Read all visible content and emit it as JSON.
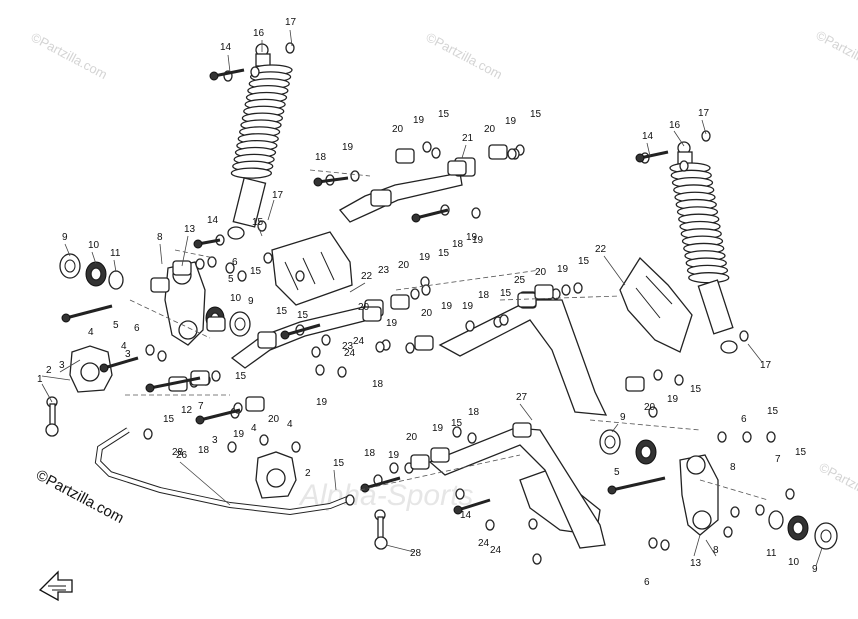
{
  "diagram": {
    "watermarks": [
      "©Partzilla.com",
      "©Partzilla.com",
      "©Partzilla.com",
      "©Partzilla.com"
    ],
    "overlay_watermark": "Alpha-Sports",
    "brand": "©Partzilla.com",
    "labels": {
      "l1": "1",
      "l2": "2",
      "l2b": "2",
      "l3": "3",
      "l3b": "3",
      "l3c": "3",
      "l4": "4",
      "l4b": "4",
      "l4c": "4",
      "l4d": "4",
      "l5": "5",
      "l5b": "5",
      "l5c": "5",
      "l6": "6",
      "l6b": "6",
      "l6c": "6",
      "l6d": "6",
      "l7": "7",
      "l7b": "7",
      "l8": "8",
      "l8b": "8",
      "l8c": "8",
      "l9": "9",
      "l9b": "9",
      "l9c": "9",
      "l9d": "9",
      "l10": "10",
      "l10b": "10",
      "l10c": "10",
      "l11": "11",
      "l11b": "11",
      "l12": "12",
      "l13": "13",
      "l13b": "13",
      "l14": "14",
      "l14b": "14",
      "l14c": "14",
      "l14d": "14",
      "l15a": "15",
      "l15b": "15",
      "l15c": "15",
      "l15d": "15",
      "l15e": "15",
      "l15f": "15",
      "l15g": "15",
      "l15h": "15",
      "l15i": "15",
      "l15j": "15",
      "l15k": "15",
      "l15l": "15",
      "l15m": "15",
      "l15n": "15",
      "l15o": "15",
      "l15p": "15",
      "l16": "16",
      "l16b": "16",
      "l17": "17",
      "l17b": "17",
      "l17c": "17",
      "l17d": "17",
      "l18a": "18",
      "l18b": "18",
      "l18c": "18",
      "l18d": "18",
      "l18e": "18",
      "l18f": "18",
      "l18g": "18",
      "l19a": "19",
      "l19b": "19",
      "l19c": "19",
      "l19d": "19",
      "l19e": "19",
      "l19f": "19",
      "l19g": "19",
      "l19h": "19",
      "l19i": "19",
      "l19j": "19",
      "l19k": "19",
      "l19l": "19",
      "l19m": "19",
      "l19n": "19",
      "l19o": "19",
      "l20a": "20",
      "l20b": "20",
      "l20c": "20",
      "l20d": "20",
      "l20e": "20",
      "l20f": "20",
      "l20g": "20",
      "l20h": "20",
      "l20i": "20",
      "l21": "21",
      "l22": "22",
      "l22b": "22",
      "l23": "23",
      "l23b": "23",
      "l24": "24",
      "l24b": "24",
      "l24c": "24",
      "l24d": "24",
      "l25": "25",
      "l26": "26",
      "l27": "27",
      "l28": "28",
      "l28b": "28"
    }
  }
}
